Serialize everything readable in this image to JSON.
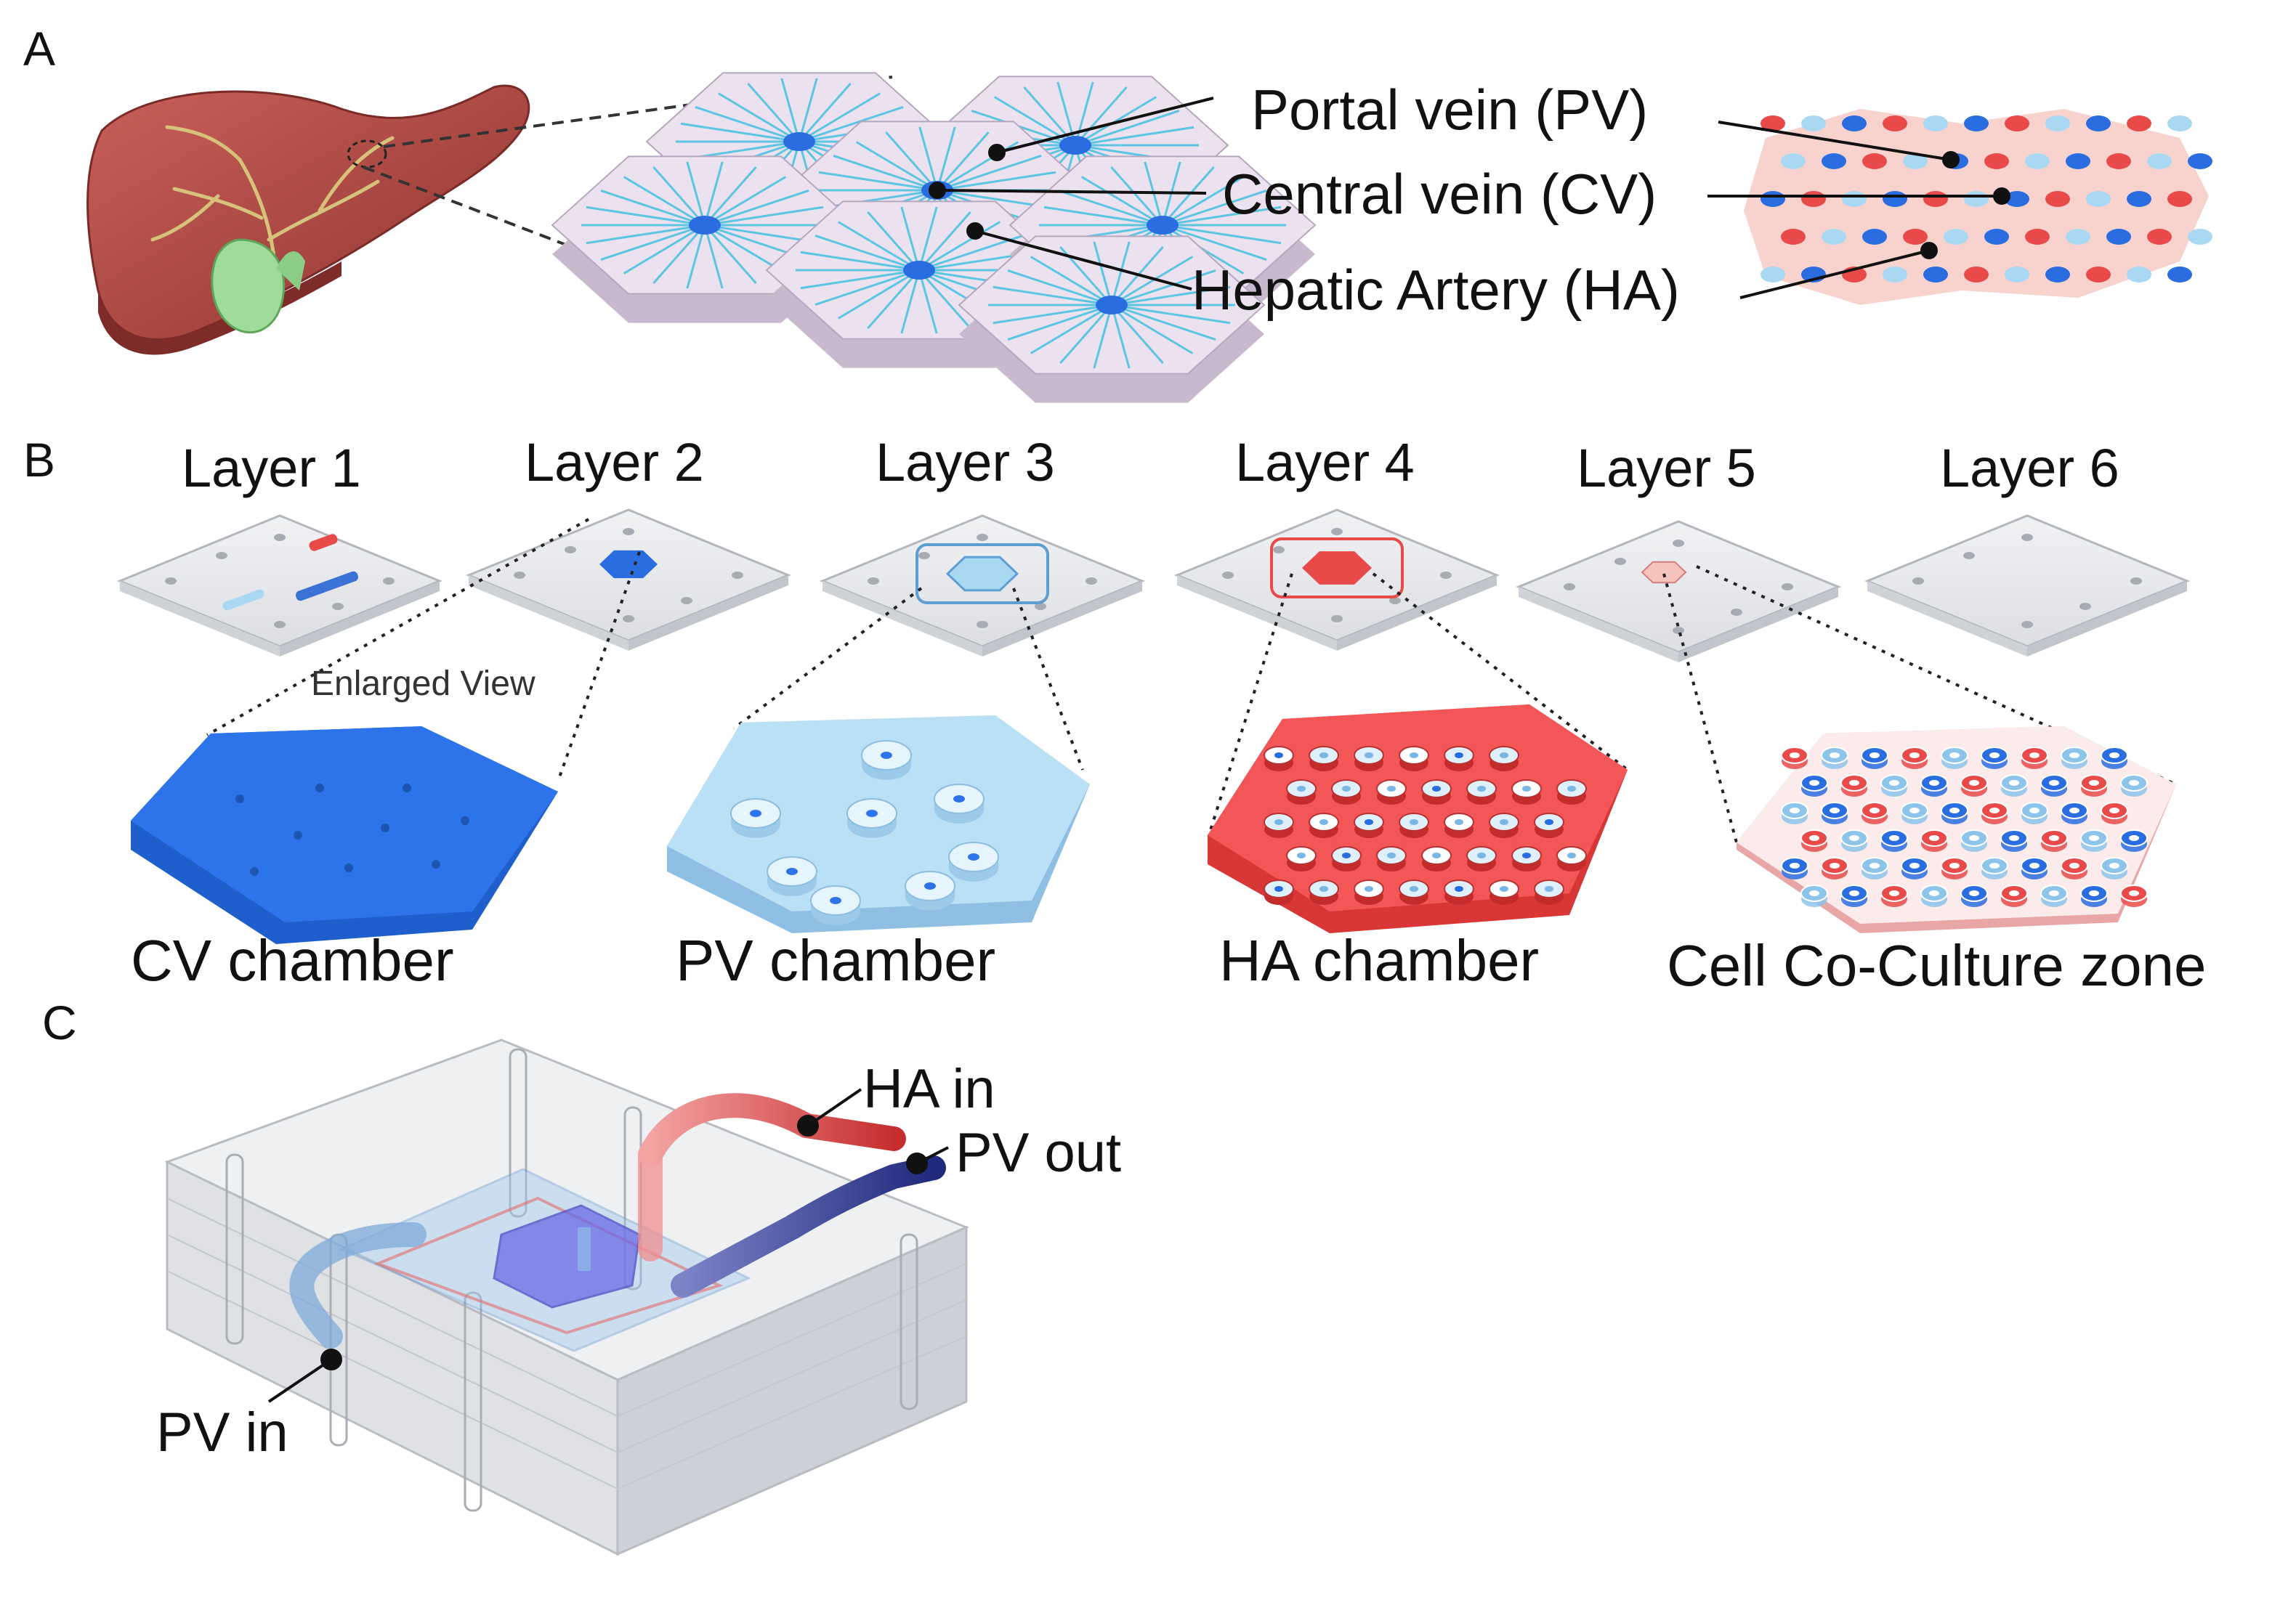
{
  "panels": {
    "a": {
      "letter": "A"
    },
    "b": {
      "letter": "B"
    },
    "c": {
      "letter": "C"
    }
  },
  "lobule_callouts": {
    "portal_vein": "Portal vein (PV)",
    "central_vein": "Central vein (CV)",
    "hepatic_artery": "Hepatic Artery (HA)"
  },
  "layers": [
    "Layer 1",
    "Layer 2",
    "Layer 3",
    "Layer 4",
    "Layer 5",
    "Layer 6"
  ],
  "enlarged_view": "Enlarged View",
  "chambers": {
    "cv": "CV chamber",
    "pv": "PV chamber",
    "ha": "HA chamber",
    "coculture": "Cell Co-Culture zone"
  },
  "device_ports": {
    "ha_in": "HA in",
    "pv_out": "PV out",
    "pv_in": "PV in"
  },
  "colors": {
    "liver": "#b9504b",
    "gallbladder": "#9fdc9a",
    "cv_blue": "#2a6de0",
    "pv_lightblue": "#a9d8f2",
    "ha_red": "#e84a4a",
    "lobule_pink": "#ece1ee",
    "lobule_cyan": "#38bfe0",
    "coculture_pink": "#f6c4bd",
    "plate_gray": "#e9eaec"
  }
}
